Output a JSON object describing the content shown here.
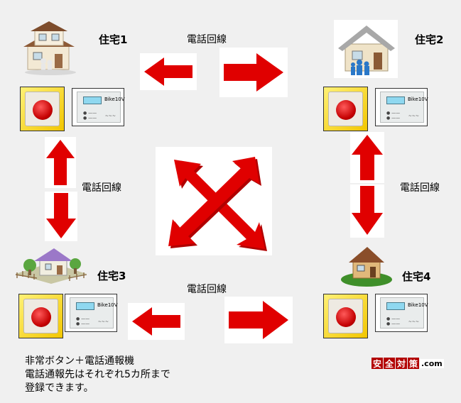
{
  "houses": [
    {
      "label": "住宅1"
    },
    {
      "label": "住宅2"
    },
    {
      "label": "住宅3"
    },
    {
      "label": "住宅4"
    }
  ],
  "phone_line_label": "電話回線",
  "dialer_display_text": "Bike10V",
  "colors": {
    "arrow": "#e00000",
    "alarm_frame": "#f2c600",
    "background": "#f0f0f0"
  },
  "notes": {
    "line1": "非常ボタン＋電話通報機",
    "line2": "電話通報先はそれぞれ5カ所まで",
    "line3": "登録できます。"
  },
  "logo": {
    "chars": [
      "安",
      "全",
      "対",
      "策"
    ],
    "domain": ".com"
  }
}
